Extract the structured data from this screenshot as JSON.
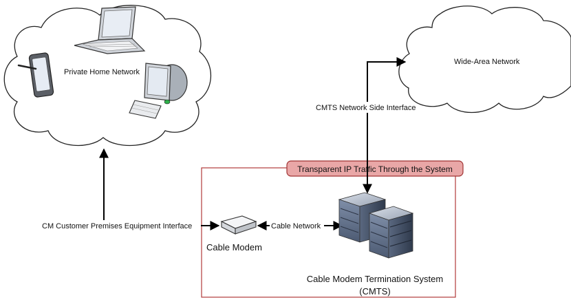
{
  "labels": {
    "private_home_network": "Private Home Network",
    "wide_area_network": "Wide-Area Network",
    "cmts_network_side_interface": "CMTS Network Side Interface",
    "transparent_ip_traffic": "Transparent IP Traffic Through the System",
    "cm_cpe_interface": "CM Customer Premises Equipment Interface",
    "cable_network": "Cable Network",
    "cable_modem": "Cable Modem",
    "cmts_line1": "Cable Modem Termination System",
    "cmts_line2": "(CMTS)"
  },
  "icons": [
    "laptop-icon",
    "tablet-icon",
    "desktop-computer-icon",
    "cable-modem-icon",
    "server-rack-icon"
  ],
  "colors": {
    "system_border": "#b03a3a",
    "banner_fill": "#e9a7a7",
    "banner_stroke": "#a03333",
    "arrows": "#000000",
    "cloud_stroke": "#222222"
  }
}
